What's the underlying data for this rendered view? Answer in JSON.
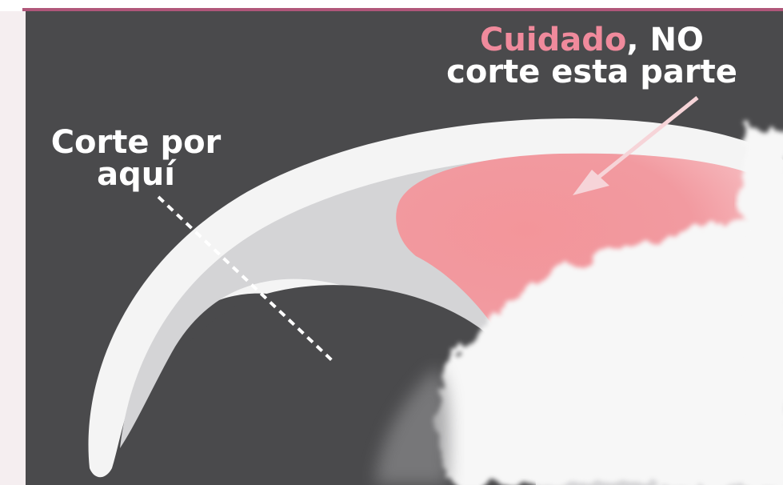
{
  "labels": {
    "cut_here_line1": "Corte por",
    "cut_here_line2": "aquí",
    "warning_emphasis": "Cuidado",
    "warning_rest_line1": ", NO",
    "warning_line2": "corte esta parte"
  },
  "colors": {
    "background": "#4a4a4c",
    "accent_border": "#b0577a",
    "claw_shell": "#f4f4f4",
    "claw_inner": "#d4d4d6",
    "quick_area": "#f3959a",
    "warning_text": "#f08a9c",
    "text": "#ffffff"
  }
}
